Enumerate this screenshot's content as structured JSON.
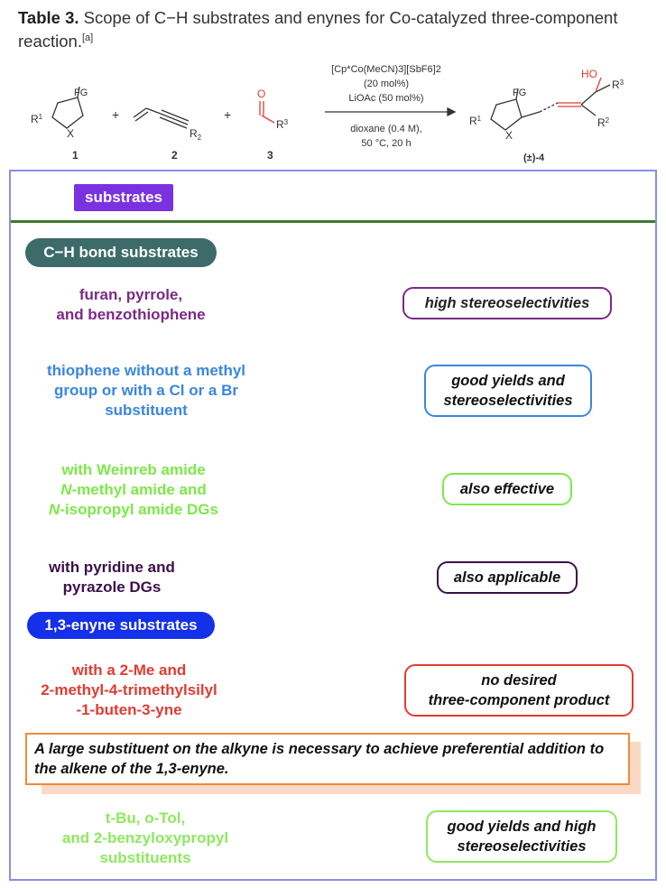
{
  "caption": {
    "label": "Table 3.",
    "text": "Scope of C−H substrates and enynes for Co-catalyzed three-component reaction.",
    "footnote": "[a]"
  },
  "scheme": {
    "reactant1": {
      "number": "1",
      "fg": "FG",
      "r": "R",
      "r_sup": "1",
      "x": "X"
    },
    "plus": "+",
    "reactant2": {
      "number": "2",
      "r": "R",
      "r_sub": "2"
    },
    "reactant3": {
      "number": "3",
      "o": "O",
      "r": "R",
      "r_sup": "3"
    },
    "conditions_above": [
      "[Cp*Co(MeCN)3][SbF6]2",
      "(20 mol%)",
      "LiOAc (50 mol%)"
    ],
    "conditions_below": [
      "dioxane (0.4 M),",
      "50 °C, 20 h"
    ],
    "product": {
      "number": "(±)-4",
      "fg": "FG",
      "ho": "HO",
      "r1": "R",
      "r1_sup": "1",
      "r2": "R",
      "r2_sup": "2",
      "r3": "R",
      "r3_sup": "3",
      "x": "X"
    }
  },
  "headers": {
    "substrates": "substrates",
    "ch_bond": "C−H bond substrates",
    "enyne": "1,3-enyne substrates"
  },
  "rows": [
    {
      "left": [
        "furan, pyrrole,",
        "and benzothiophene"
      ],
      "left_color": "#7a2a86",
      "right": [
        "high stereoselectivities"
      ],
      "right_color": "#7a2a86"
    },
    {
      "left": [
        "thiophene without a methyl",
        "group or with a Cl or a Br",
        "substituent"
      ],
      "left_color": "#3a86e0",
      "right": [
        "good yields and",
        "stereoselectivities"
      ],
      "right_color": "#3a86e0"
    },
    {
      "left": [
        "with Weinreb amide",
        "N-methyl amide and",
        "N-isopropyl amide DGs"
      ],
      "left_color": "#7ce84a",
      "right": [
        "also effective"
      ],
      "right_color": "#7ce84a"
    },
    {
      "left": [
        "with pyridine and",
        "pyrazole DGs"
      ],
      "left_color": "#3c0f4a",
      "right": [
        "also applicable"
      ],
      "right_color": "#3c0f4a"
    },
    {
      "left": [
        "with a 2-Me and",
        "2-methyl-4-trimethylsilyl",
        "-1-buten-3-yne"
      ],
      "left_color": "#e03c32",
      "right": [
        "no desired",
        "three-component product"
      ],
      "right_color": "#e03c32"
    },
    {
      "left": [
        "t-Bu, o-Tol,",
        "and 2-benzyloxypropyl",
        "substituents"
      ],
      "left_color": "#8ee860",
      "right": [
        "good yields and high",
        "stereoselectivities"
      ],
      "right_color": "#8ee860"
    }
  ],
  "note": "A large substituent on the alkyne is necessary to achieve preferential addition to the alkene of the 1,3-enyne."
}
